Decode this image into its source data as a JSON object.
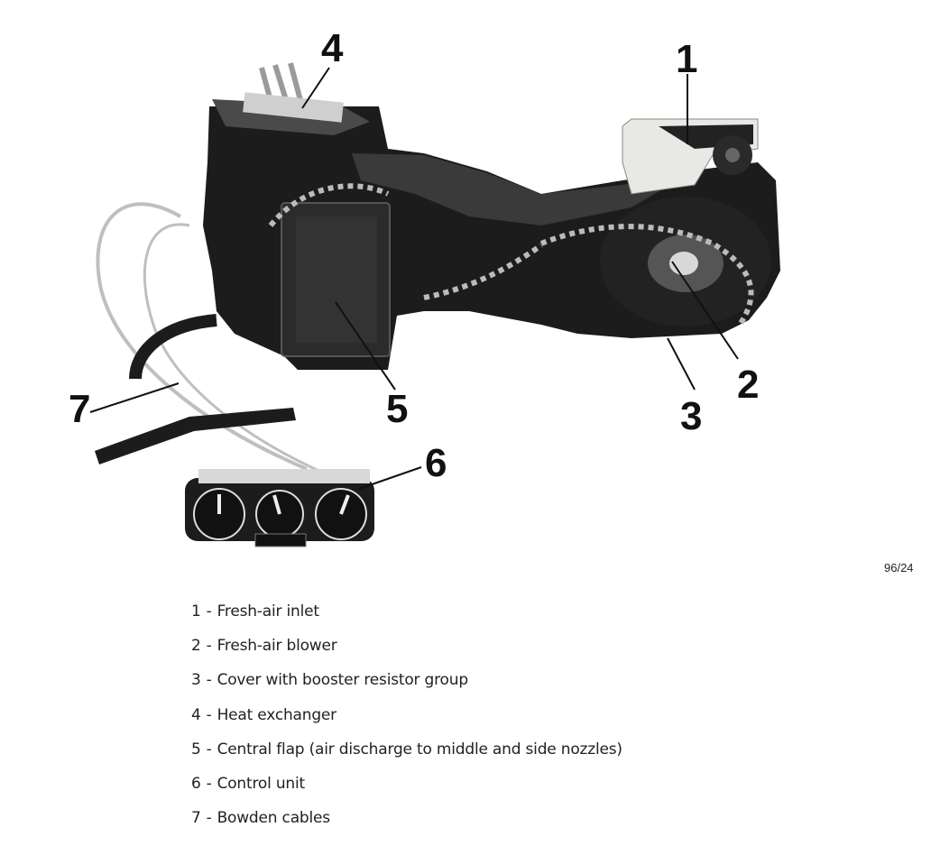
{
  "callouts": {
    "c1": "1",
    "c2": "2",
    "c3": "3",
    "c4": "4",
    "c5": "5",
    "c6": "6",
    "c7": "7"
  },
  "figure_ref": "96/24",
  "legend": {
    "separator": "-",
    "items": [
      {
        "num": "1",
        "text": "Fresh-air inlet"
      },
      {
        "num": "2",
        "text": "Fresh-air blower"
      },
      {
        "num": "3",
        "text": "Cover with booster resistor group"
      },
      {
        "num": "4",
        "text": "Heat exchanger"
      },
      {
        "num": "5",
        "text": "Central flap (air discharge to middle and side nozzles)"
      },
      {
        "num": "6",
        "text": "Control unit"
      },
      {
        "num": "7",
        "text": "Bowden cables"
      }
    ]
  },
  "colors": {
    "housing": "#1c1c1c",
    "housing_light": "#3a3a3a",
    "inlet_white": "#e8e8e4",
    "cable": "#bfbfbf",
    "background": "#ffffff"
  }
}
